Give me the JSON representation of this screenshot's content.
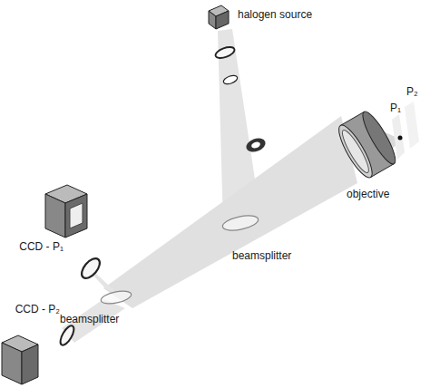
{
  "diagram": {
    "labels": [
      "halogen source",
      "P₁",
      "P₂",
      "CCD - P₁",
      "objective",
      "beamsplitter",
      "CCD - P₂",
      "beamsplitter"
    ]
  }
}
